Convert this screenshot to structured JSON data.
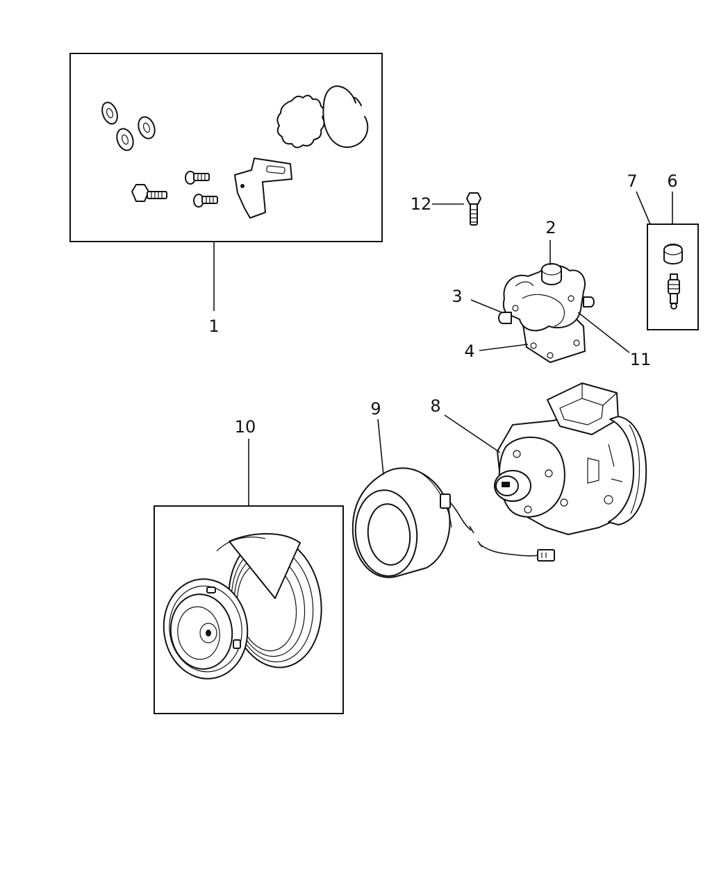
{
  "diagram": {
    "callouts": [
      {
        "id": "1",
        "text": "1"
      },
      {
        "id": "2",
        "text": "2"
      },
      {
        "id": "3",
        "text": "3"
      },
      {
        "id": "4",
        "text": "4"
      },
      {
        "id": "6",
        "text": "6"
      },
      {
        "id": "7",
        "text": "7"
      },
      {
        "id": "8",
        "text": "8"
      },
      {
        "id": "9",
        "text": "9"
      },
      {
        "id": "10",
        "text": "10"
      },
      {
        "id": "11",
        "text": "11"
      },
      {
        "id": "12",
        "text": "12"
      }
    ]
  }
}
